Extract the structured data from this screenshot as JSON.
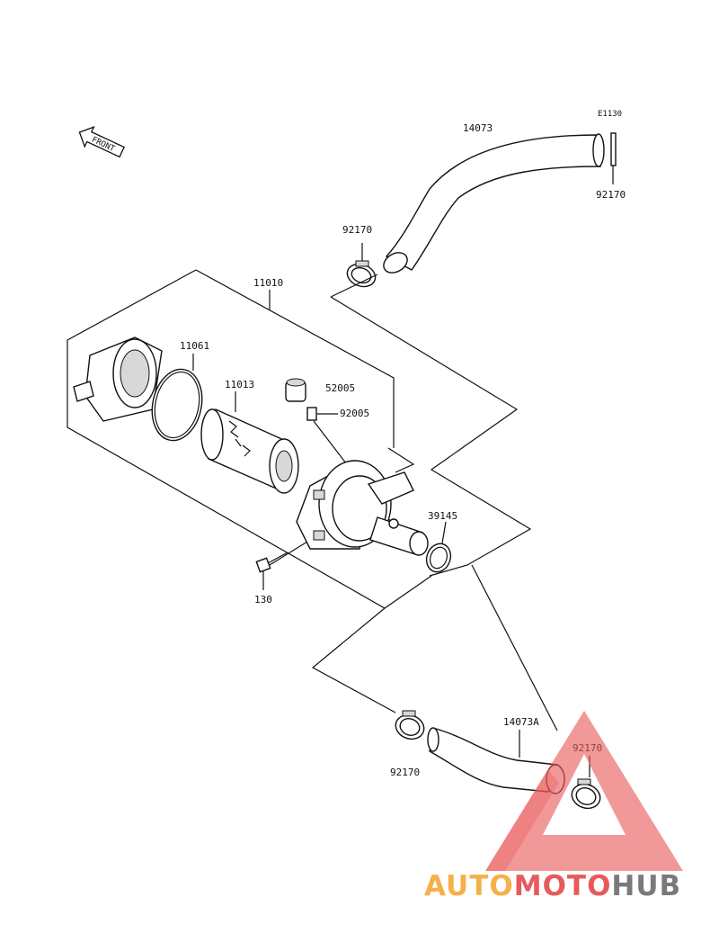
{
  "orientation_mark": "FRONT",
  "callouts": {
    "pipe_upper": "14073",
    "ref_code": "E1130",
    "clamp_upper_right": "92170",
    "clamp_upper_left": "92170",
    "air_cleaner_assy": "11010",
    "o_ring": "11061",
    "element": "11013",
    "cap": "52005",
    "fitting": "92005",
    "ring": "39145",
    "bolt": "130",
    "pipe_lower": "14073A",
    "clamp_lower_left": "92170",
    "clamp_lower_right": "92170"
  },
  "watermark": {
    "part1": "AUTO",
    "part2": "MOTO",
    "part3": "HUB",
    "colors": {
      "orange": "#f5b04a",
      "red": "#e85a5a",
      "gray": "#7a7a7a"
    }
  }
}
